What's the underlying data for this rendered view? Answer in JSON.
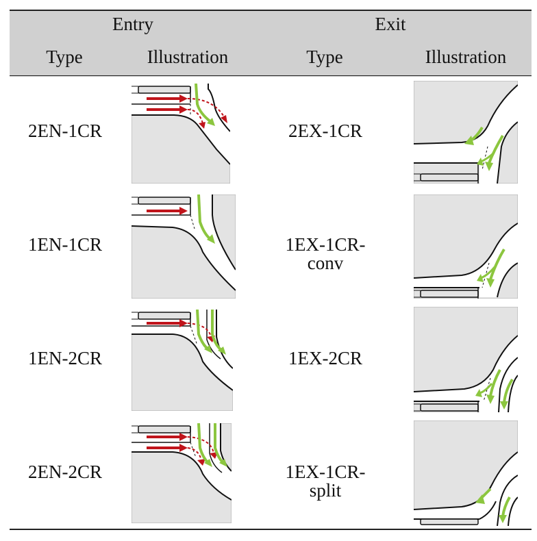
{
  "header": {
    "entry": "Entry",
    "exit": "Exit",
    "type_entry": "Type",
    "illus_entry": "Illustration",
    "type_exit": "Type",
    "illus_exit": "Illustration"
  },
  "rows": [
    {
      "entry_type": "2EN-1CR",
      "exit_type": "2EX-1CR"
    },
    {
      "entry_type": "1EN-1CR",
      "exit_type": "1EX-1CR-conv"
    },
    {
      "entry_type": "1EN-2CR",
      "exit_type": "1EX-2CR"
    },
    {
      "entry_type": "2EN-2CR",
      "exit_type": "1EX-1CR-split"
    }
  ],
  "colors": {
    "red_arrow": "#c0141b",
    "green_arrow": "#8cc63f",
    "grey_fill": "#e3e3e3"
  }
}
